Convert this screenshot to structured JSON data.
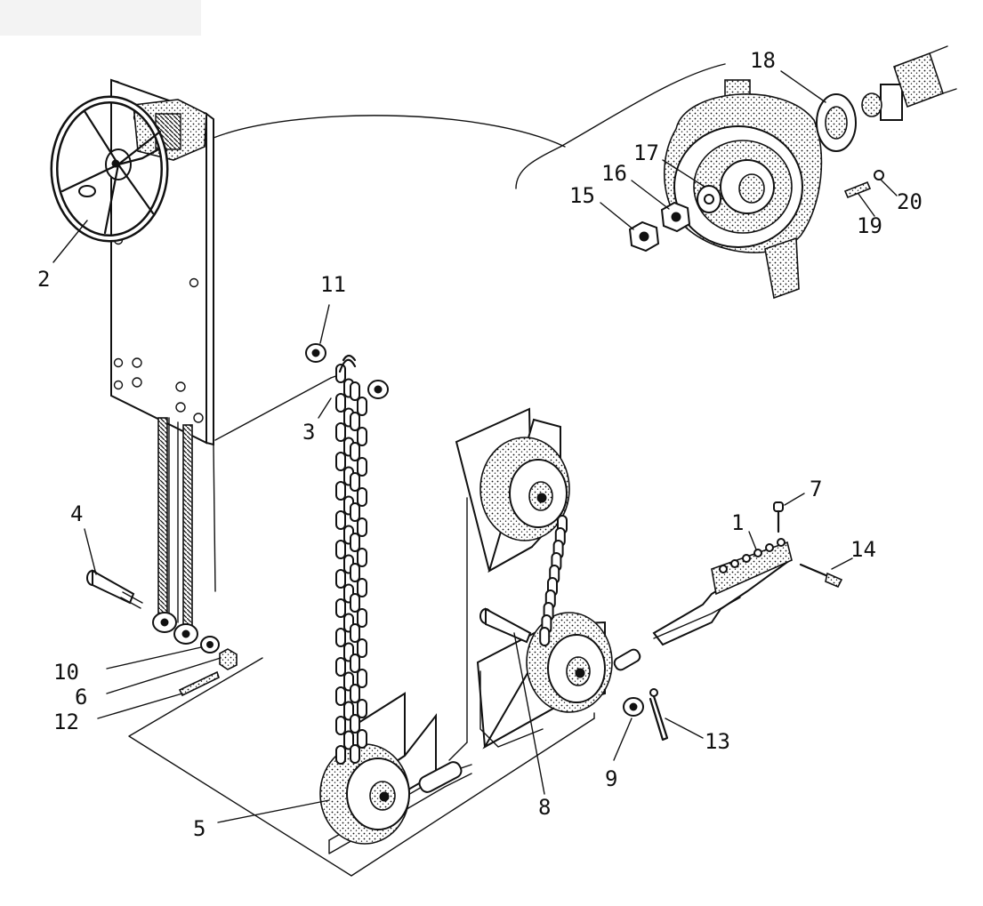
{
  "diagram": {
    "labels": {
      "p1": "1",
      "p2": "2",
      "p3": "3",
      "p4": "4",
      "p5": "5",
      "p6": "6",
      "p7": "7",
      "p8": "8",
      "p9": "9",
      "p10": "10",
      "p11": "11",
      "p12": "12",
      "p13": "13",
      "p14": "14",
      "p15": "15",
      "p16": "16",
      "p17": "17",
      "p18": "18",
      "p19": "19",
      "p20": "20"
    }
  }
}
